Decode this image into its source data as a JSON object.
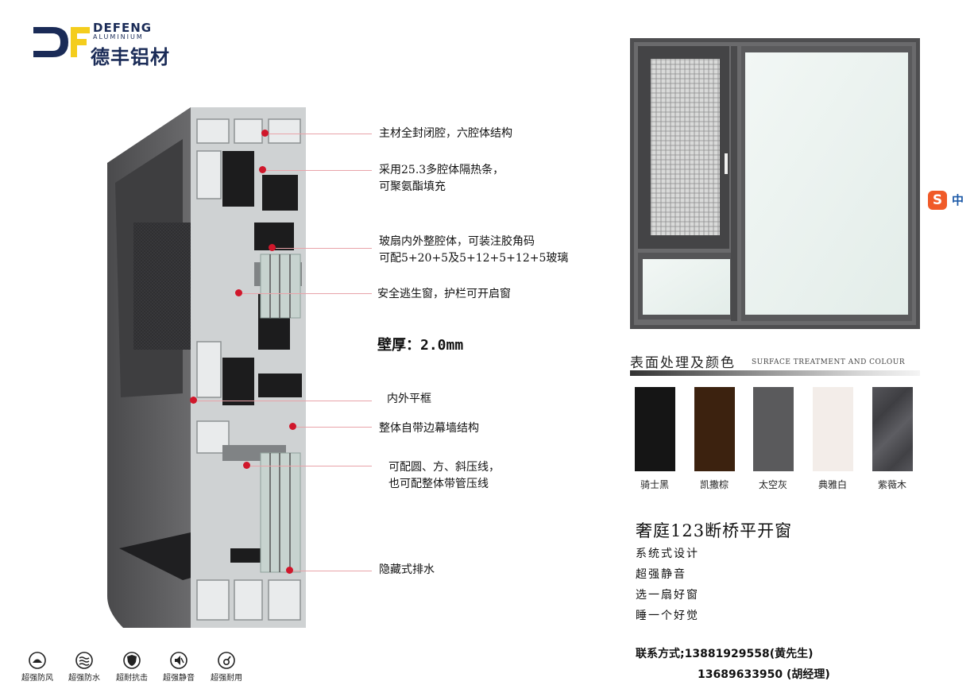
{
  "brand": {
    "name_en": "DEFENG",
    "sub_en": "ALUMINIUM",
    "name_cn": "德丰铝材",
    "colors": {
      "navy": "#1a2b57",
      "yellow": "#f4cd1d"
    }
  },
  "callouts": [
    {
      "lines": [
        "主材全封闭腔，六腔体结构"
      ]
    },
    {
      "lines": [
        "采用25.3多腔体隔热条，",
        "可聚氨酯填充"
      ]
    },
    {
      "lines": [
        "玻扇内外整腔体，可装注胶角码",
        "可配5+20+5及5+12+5+12+5玻璃"
      ]
    },
    {
      "lines": [
        "安全逃生窗，护栏可开启窗"
      ]
    },
    {
      "lines": [
        "内外平框"
      ]
    },
    {
      "lines": [
        "整体自带边幕墙结构"
      ]
    },
    {
      "lines": [
        "可配圆、方、斜压线，",
        "也可配整体带管压线"
      ]
    },
    {
      "lines": [
        "隐藏式排水"
      ]
    }
  ],
  "wall_thickness": "壁厚：2.0mm",
  "colors_section": {
    "title_cn": "表面处理及颜色",
    "title_en": "SURFACE TREATMENT AND COLOUR",
    "swatches": [
      {
        "name": "骑士黑",
        "color": "#151515"
      },
      {
        "name": "凯撒棕",
        "color": "#3c220f"
      },
      {
        "name": "太空灰",
        "color": "#5a5a5c"
      },
      {
        "name": "典雅白",
        "color": "#f3ede9"
      },
      {
        "name": "紫薇木",
        "color": "#4d4d52"
      }
    ]
  },
  "product": {
    "title": "奢庭123断桥平开窗",
    "features": [
      "系统式设计",
      "超强静音",
      "选一扇好窗",
      "睡一个好觉"
    ],
    "contact_line1": "联系方式;13881929558(黄先生)",
    "contact_line2": "13689633950 (胡经理)"
  },
  "bottom_features": [
    {
      "label": "超强防风",
      "icon": "wind-icon"
    },
    {
      "label": "超强防水",
      "icon": "waves-icon"
    },
    {
      "label": "超耐抗击",
      "icon": "shield-icon"
    },
    {
      "label": "超强静音",
      "icon": "speaker-mute-icon"
    },
    {
      "label": "超强耐用",
      "icon": "wrench-icon"
    }
  ],
  "ime_badge": {
    "logo": "S",
    "label": "中"
  }
}
